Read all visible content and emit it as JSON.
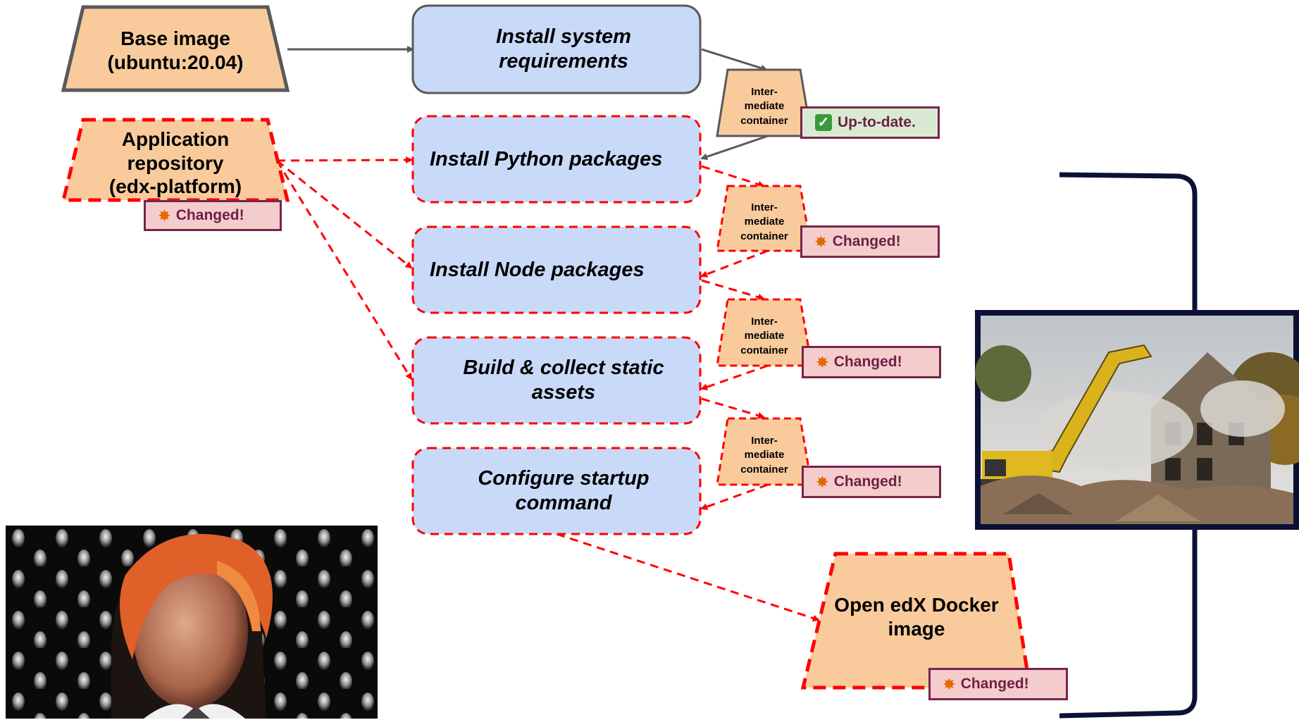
{
  "nodes": {
    "base_image": {
      "title": "Base image",
      "subtitle": "(ubuntu:20.04)"
    },
    "app_repo": {
      "line1": "Application",
      "line2": "repository",
      "line3": "(edx-platform)"
    },
    "final_image": {
      "line1": "Open edX Docker",
      "line2": "image"
    }
  },
  "steps": [
    "Install system requirements",
    "Install Python packages",
    "Install Node packages",
    "Build & collect static assets",
    "Configure startup command"
  ],
  "intermediate": {
    "line1": "Inter-",
    "line2": "mediate",
    "line3": "container"
  },
  "badges": {
    "changed": "Changed!",
    "uptodate": "Up-to-date."
  },
  "icons": {
    "changed": "collision-icon",
    "uptodate": "check-mark-icon"
  },
  "colors": {
    "peach": "#f9cb9c",
    "blue_step": "#c9daf8",
    "red_dashed": "#ff0000",
    "gray_stroke": "#595959",
    "changed_bg": "#f4cccc",
    "uptodate_bg": "#d9ead3",
    "bracket": "#0b1236"
  }
}
